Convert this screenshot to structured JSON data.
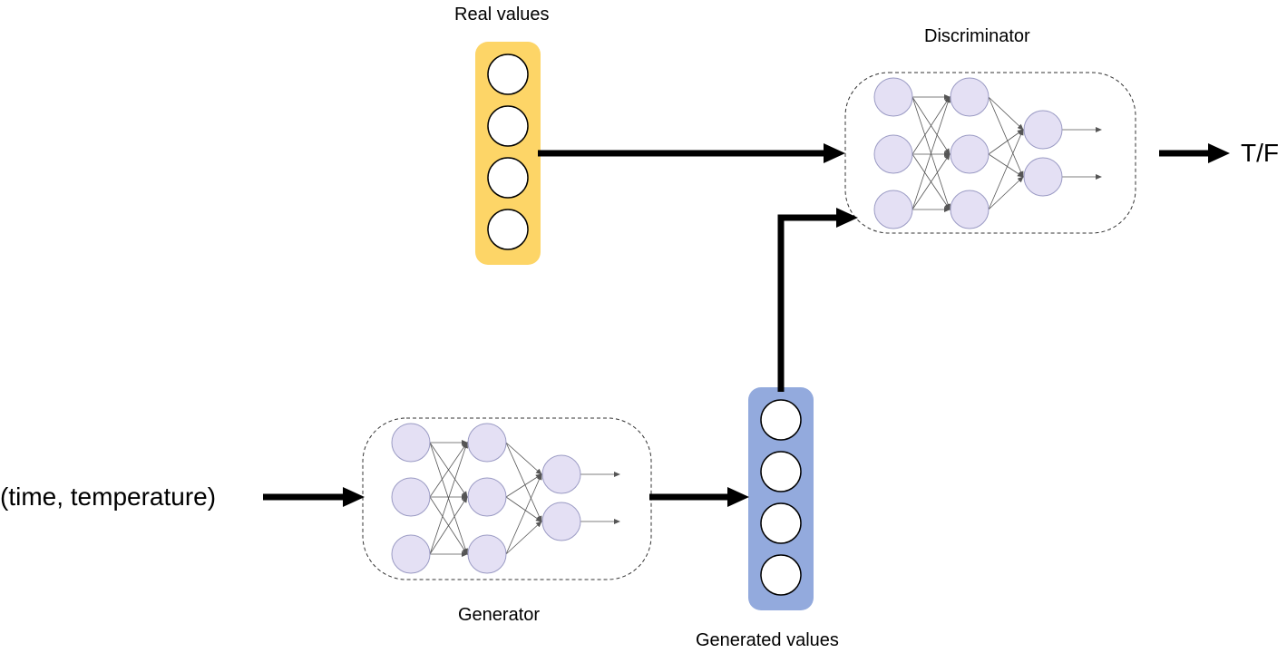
{
  "labels": {
    "real_values": "Real values",
    "discriminator": "Discriminator",
    "output": "T/F",
    "input": "(time, temperature)",
    "generator": "Generator",
    "generated_values": "Generated values"
  },
  "colors": {
    "real_values_bar": "#fdd567",
    "generated_values_bar": "#93aadd",
    "neuron_fill": "#e4e0f4",
    "neuron_stroke": "#9b9bc4",
    "arrow": "#000000",
    "connection": "#555555",
    "dashed_box": "#333333"
  },
  "networks": {
    "generator": {
      "layers": [
        3,
        3,
        2
      ],
      "output_arrows": 2
    },
    "discriminator": {
      "layers": [
        3,
        3,
        2
      ],
      "output_arrows": 2
    }
  },
  "value_vectors": {
    "real_values": {
      "cells": 4
    },
    "generated_values": {
      "cells": 4
    }
  }
}
